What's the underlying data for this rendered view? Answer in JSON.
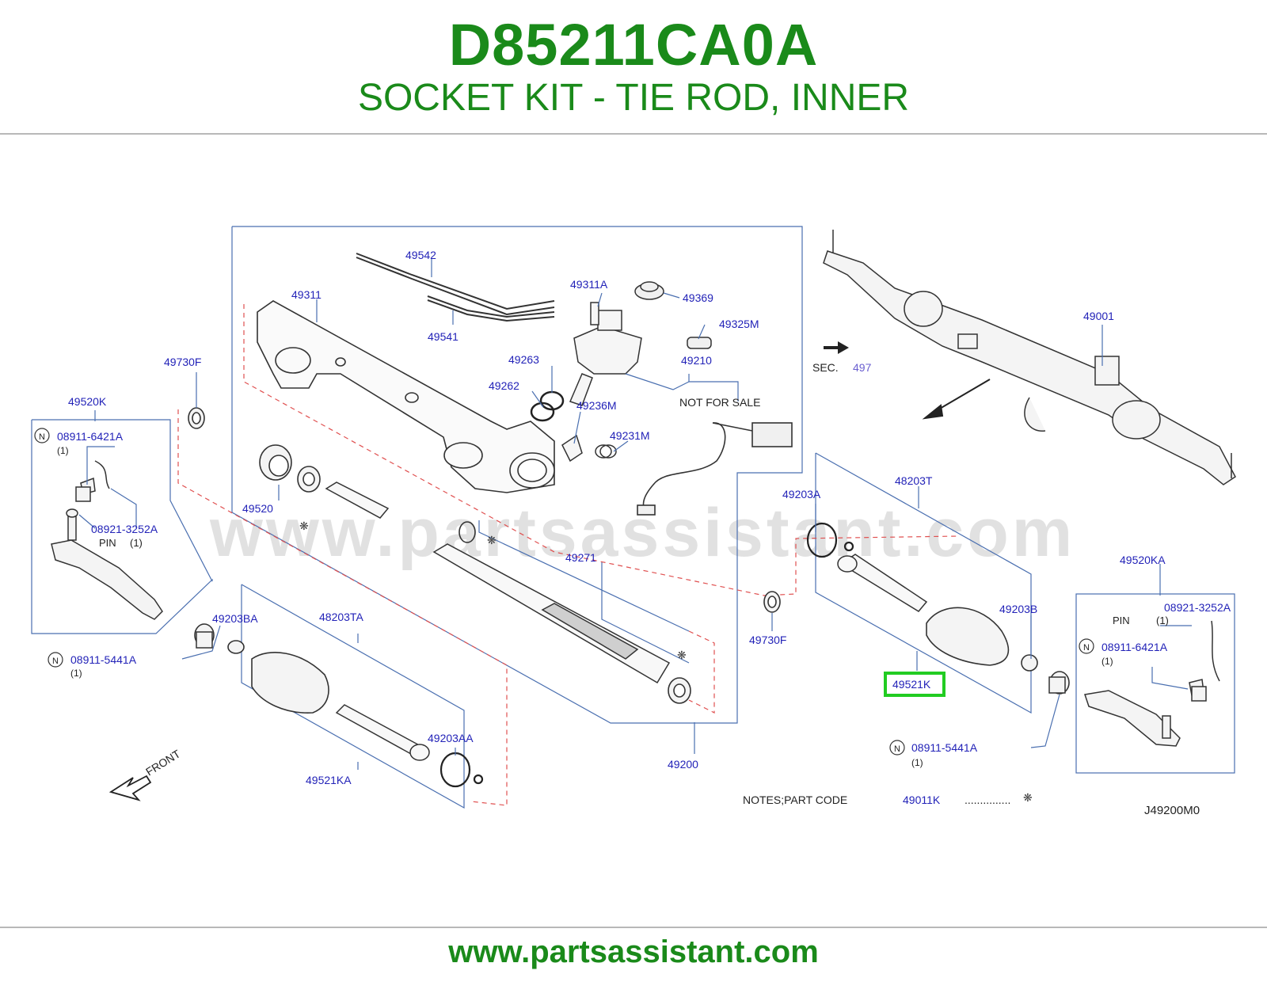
{
  "header": {
    "part_number": "D85211CA0A",
    "description": "SOCKET KIT - TIE ROD, INNER"
  },
  "footer": {
    "url": "www.partsassistant.com"
  },
  "diagram": {
    "watermark": "www.partsassistant.com",
    "drawing_code": "J49200M0",
    "front_label": "FRONT",
    "not_for_sale": "NOT   FOR   SALE",
    "sec_label": "SEC.",
    "sec_ref": "497",
    "notes_label": "NOTES;PART   CODE",
    "notes_code": "49011K",
    "notes_dots": "...............",
    "highlighted_part": "49521K",
    "highlight_color": "#22cc22",
    "label_color": "#2323b8",
    "callouts": {
      "p49542": "49542",
      "p49311a": "49311A",
      "p49369": "49369",
      "p49311": "49311",
      "p49325m": "49325M",
      "p49541": "49541",
      "p49263": "49263",
      "p49210": "49210",
      "p49730f_top": "49730F",
      "p49262": "49262",
      "p49236m": "49236M",
      "p49520k": "49520K",
      "p49231m": "49231M",
      "p49520": "49520",
      "p49271": "49271",
      "p49203a": "49203A",
      "p48203t": "48203T",
      "p49001": "49001",
      "p49520ka": "49520KA",
      "p49203b": "49203B",
      "p49730f_bot": "49730F",
      "p49203ba": "49203BA",
      "p48203ta": "48203TA",
      "p49203aa": "49203AA",
      "p49521ka": "49521KA",
      "p49200": "49200",
      "p49521k": "49521K"
    },
    "left_box": {
      "nut_part": "08911-6421A",
      "nut_qty": "(1)",
      "pin_part": "08921-3252A",
      "pin_label": "PIN",
      "pin_qty": "(1)",
      "n_symbol": "N"
    },
    "right_box": {
      "pin_part": "08921-3252A",
      "pin_label": "PIN",
      "pin_qty": "(1)",
      "nut_part": "08911-6421A",
      "nut_qty": "(1)",
      "n_symbol": "N"
    },
    "left_jam_nut": {
      "part": "08911-5441A",
      "qty": "(1)",
      "n_symbol": "N"
    },
    "right_jam_nut": {
      "part": "08911-5441A",
      "qty": "(1)",
      "n_symbol": "N"
    }
  }
}
